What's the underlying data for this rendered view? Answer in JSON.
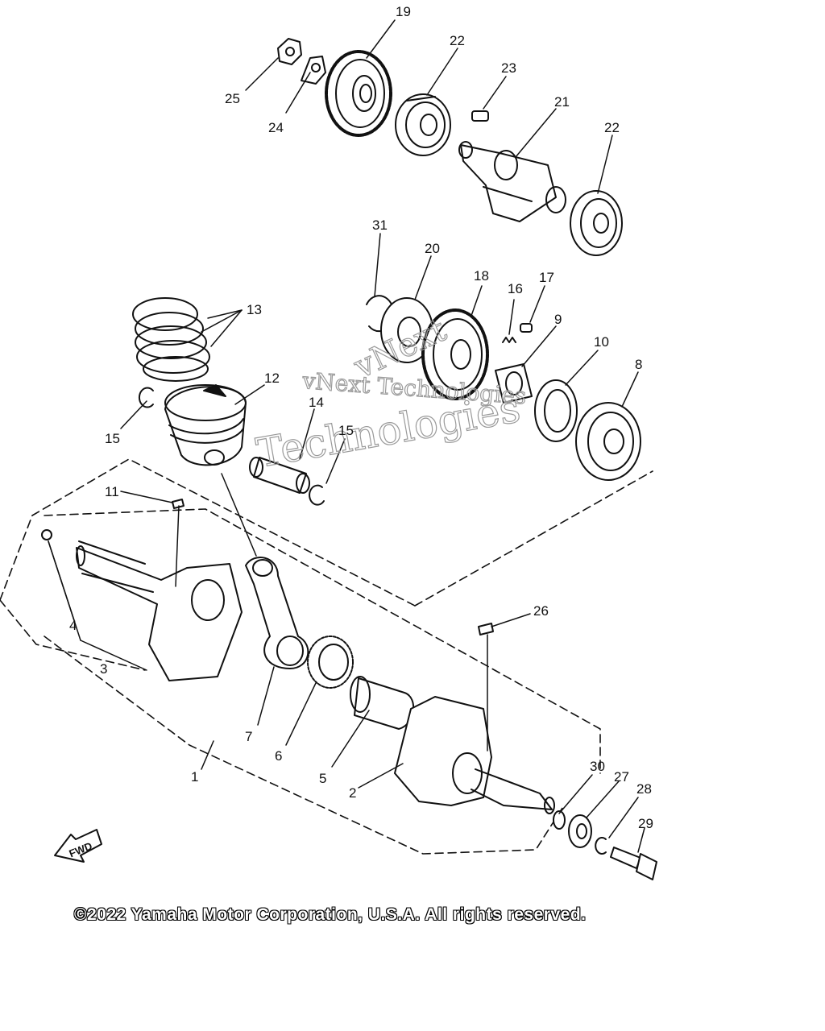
{
  "parts": [
    "1",
    "2",
    "3",
    "4",
    "5",
    "6",
    "7",
    "8",
    "9",
    "10",
    "11",
    "12",
    "13",
    "14",
    "15",
    "15",
    "16",
    "17",
    "18",
    "19",
    "20",
    "21",
    "22",
    "22",
    "23",
    "24",
    "25",
    "26",
    "27",
    "28",
    "29",
    "30",
    "31"
  ],
  "watermark": {
    "line1": "vNext Technologies",
    "line2": "Technologies",
    "line3": "vNext"
  },
  "fwd_label": "FWD",
  "copyright": "©2022 Yamaha Motor Corporation, U.S.A. All rights reserved."
}
